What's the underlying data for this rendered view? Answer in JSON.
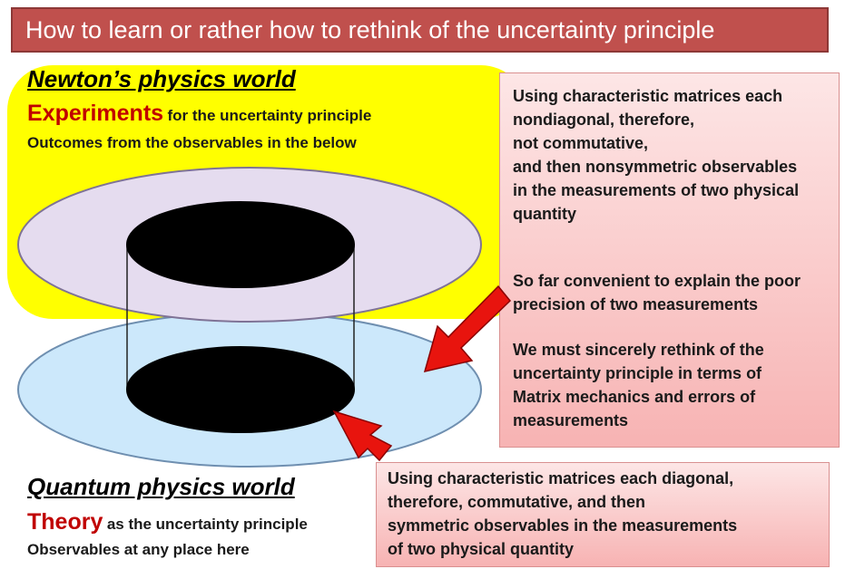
{
  "title": "How to learn or rather how to rethink of the uncertainty principle",
  "newton": {
    "heading": "Newton’s physics world",
    "keyword": "Experiments",
    "line1_rest": "for the uncertainty principle",
    "line2": "Outcomes from the observables in the below"
  },
  "quantum": {
    "heading": "Quantum physics world",
    "keyword": "Theory",
    "line1_rest": "as the uncertainty principle",
    "line2": "Observables at any place here"
  },
  "right_box": {
    "paragraph1": [
      "Using characteristic matrices each",
      "nondiagonal, therefore,",
      "not commutative,",
      "and then nonsymmetric observables",
      "in the measurements of two physical",
      "quantity"
    ],
    "paragraph2": [
      "So far convenient to explain the poor",
      "precision of two measurements"
    ],
    "paragraph3": [
      "We must sincerely rethink of the",
      "uncertainty principle in terms of",
      "Matrix mechanics and errors of",
      "measurements"
    ]
  },
  "bottom_box": {
    "lines": [
      "Using characteristic matrices each diagonal,",
      "therefore, commutative, and then",
      "symmetric observables in the measurements",
      "of two physical quantity"
    ]
  },
  "colors": {
    "title_bg": "#c0504d",
    "newton_bg": "#ffff00",
    "upper_disc": "#e5dcef",
    "lower_disc": "#cce8fb",
    "keyword_red": "#c00000",
    "arrow_red": "#e8140e"
  }
}
